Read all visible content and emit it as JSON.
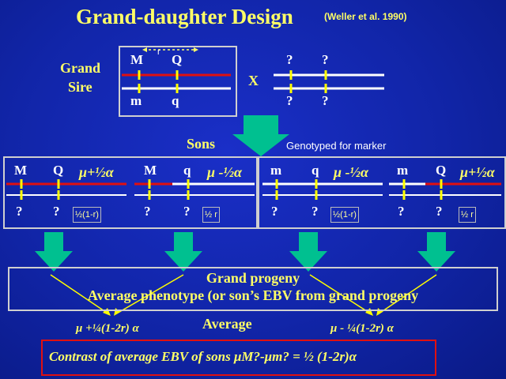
{
  "title": "Grand-daughter Design",
  "citation": "(Weller et al. 1990)",
  "grandsire": {
    "label_line1": "Grand",
    "label_line2": "Sire",
    "top_markers": [
      "M",
      "Q"
    ],
    "bottom_markers": [
      "m",
      "q"
    ],
    "distance_label": "r",
    "cross_symbol": "X",
    "dam_top": [
      "?",
      "?"
    ],
    "dam_bottom": [
      "?",
      "?"
    ]
  },
  "sons_label": "Sons",
  "genotyped_label": "Genotyped for marker",
  "sons": [
    {
      "top": [
        "M",
        "Q"
      ],
      "bottom": [
        "?",
        "?"
      ],
      "effect": "μ+½α",
      "prob": "½(1-r)"
    },
    {
      "top": [
        "M",
        "q"
      ],
      "bottom": [
        "?",
        "?"
      ],
      "effect": "μ -½α",
      "prob": "½ r"
    },
    {
      "top": [
        "m",
        "q"
      ],
      "bottom": [
        "?",
        "?"
      ],
      "effect": "μ -½α",
      "prob": "½(1-r)"
    },
    {
      "top": [
        "m",
        "Q"
      ],
      "bottom": [
        "?",
        "?"
      ],
      "effect": "μ+½α",
      "prob": "½ r"
    }
  ],
  "grand_progeny": {
    "line1": "Grand progeny",
    "line2": "Average phenotype (or son’s EBV from grand progeny"
  },
  "average_label": "Average",
  "average_left": "μ +¼(1-2r) α",
  "average_right": "μ - ¼(1-2r) α",
  "contrast": "Contrast of average EBV of sons  μM?-μm? =  ½ (1-2r)α",
  "colors": {
    "background": "#1125a8",
    "title_text": "#ffff66",
    "label_text": "#ffffff",
    "chromosome_red": "#e01010",
    "chromosome_white": "#ffffff",
    "marker_yellow": "#ffff00",
    "arrow_green": "#00c090",
    "contrast_border": "#e01010"
  }
}
